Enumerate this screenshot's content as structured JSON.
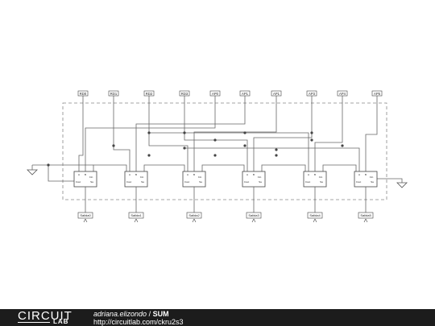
{
  "inputs": [
    "RD0",
    "RD1",
    "RD2",
    "RD3",
    "AP0",
    "AP1",
    "AP1",
    "AP3",
    "AP4",
    "AP5"
  ],
  "blocks": [
    {
      "tl": "A",
      "tm": "B",
      "tr": "Cin",
      "bl": "Cout",
      "br": "Sa"
    },
    {
      "tl": "A",
      "tm": "B",
      "tr": "Cin",
      "bl": "Cout",
      "br": "Sa"
    },
    {
      "tl": "A",
      "tm": "B",
      "tr": "Cin",
      "bl": "Cout",
      "br": "Sa"
    },
    {
      "tl": "A",
      "tm": "B",
      "tr": "Cin",
      "bl": "Cout",
      "br": "Sa"
    },
    {
      "tl": "A",
      "tm": "B",
      "tr": "Cin",
      "bl": "Cout",
      "br": "Sa"
    },
    {
      "tl": "A",
      "tm": "B",
      "tr": "Cin",
      "bl": "Cout",
      "br": "Sa"
    }
  ],
  "outputs": [
    "Salida0",
    "Salida1",
    "Salida2",
    "Salida3",
    "Salida4",
    "Salida5"
  ],
  "footer": {
    "logo_top": "CIRCUIT",
    "logo_bottom": "LAB",
    "author": "adriana.elizondo",
    "separator": " / ",
    "title": "SUM",
    "url": "http://circuitlab.com/ckru2s3"
  }
}
